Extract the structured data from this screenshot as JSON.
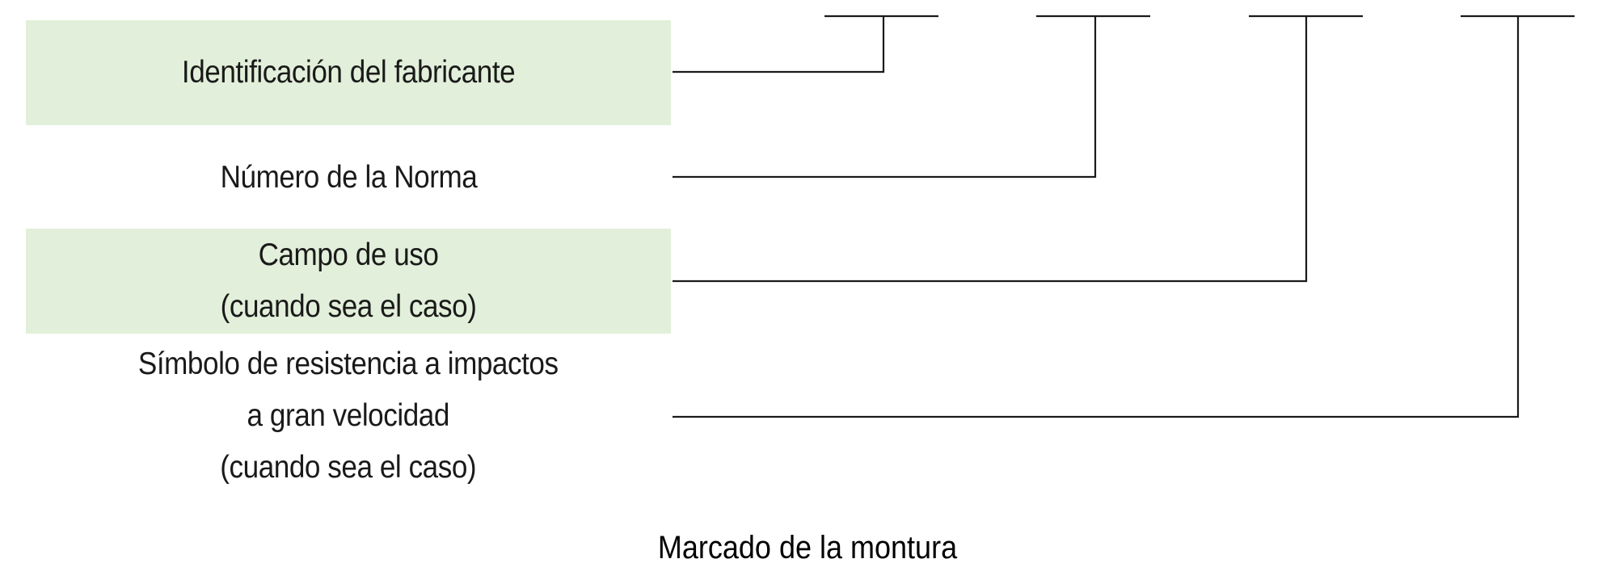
{
  "labels": [
    {
      "lines": [
        "Identificación del fabricante"
      ],
      "shaded": true
    },
    {
      "lines": [
        "Número de la Norma"
      ],
      "shaded": false
    },
    {
      "lines": [
        "Campo de uso",
        "(cuando sea el caso)"
      ],
      "shaded": true
    },
    {
      "lines": [
        "Símbolo de resistencia a impactos",
        "a gran velocidad",
        "(cuando sea el caso)"
      ],
      "shaded": false
    }
  ],
  "caption": "Marcado de la montura",
  "colors": {
    "shade": "#e2efda",
    "line": "#1a1a1a",
    "text": "#1a1a1a"
  }
}
